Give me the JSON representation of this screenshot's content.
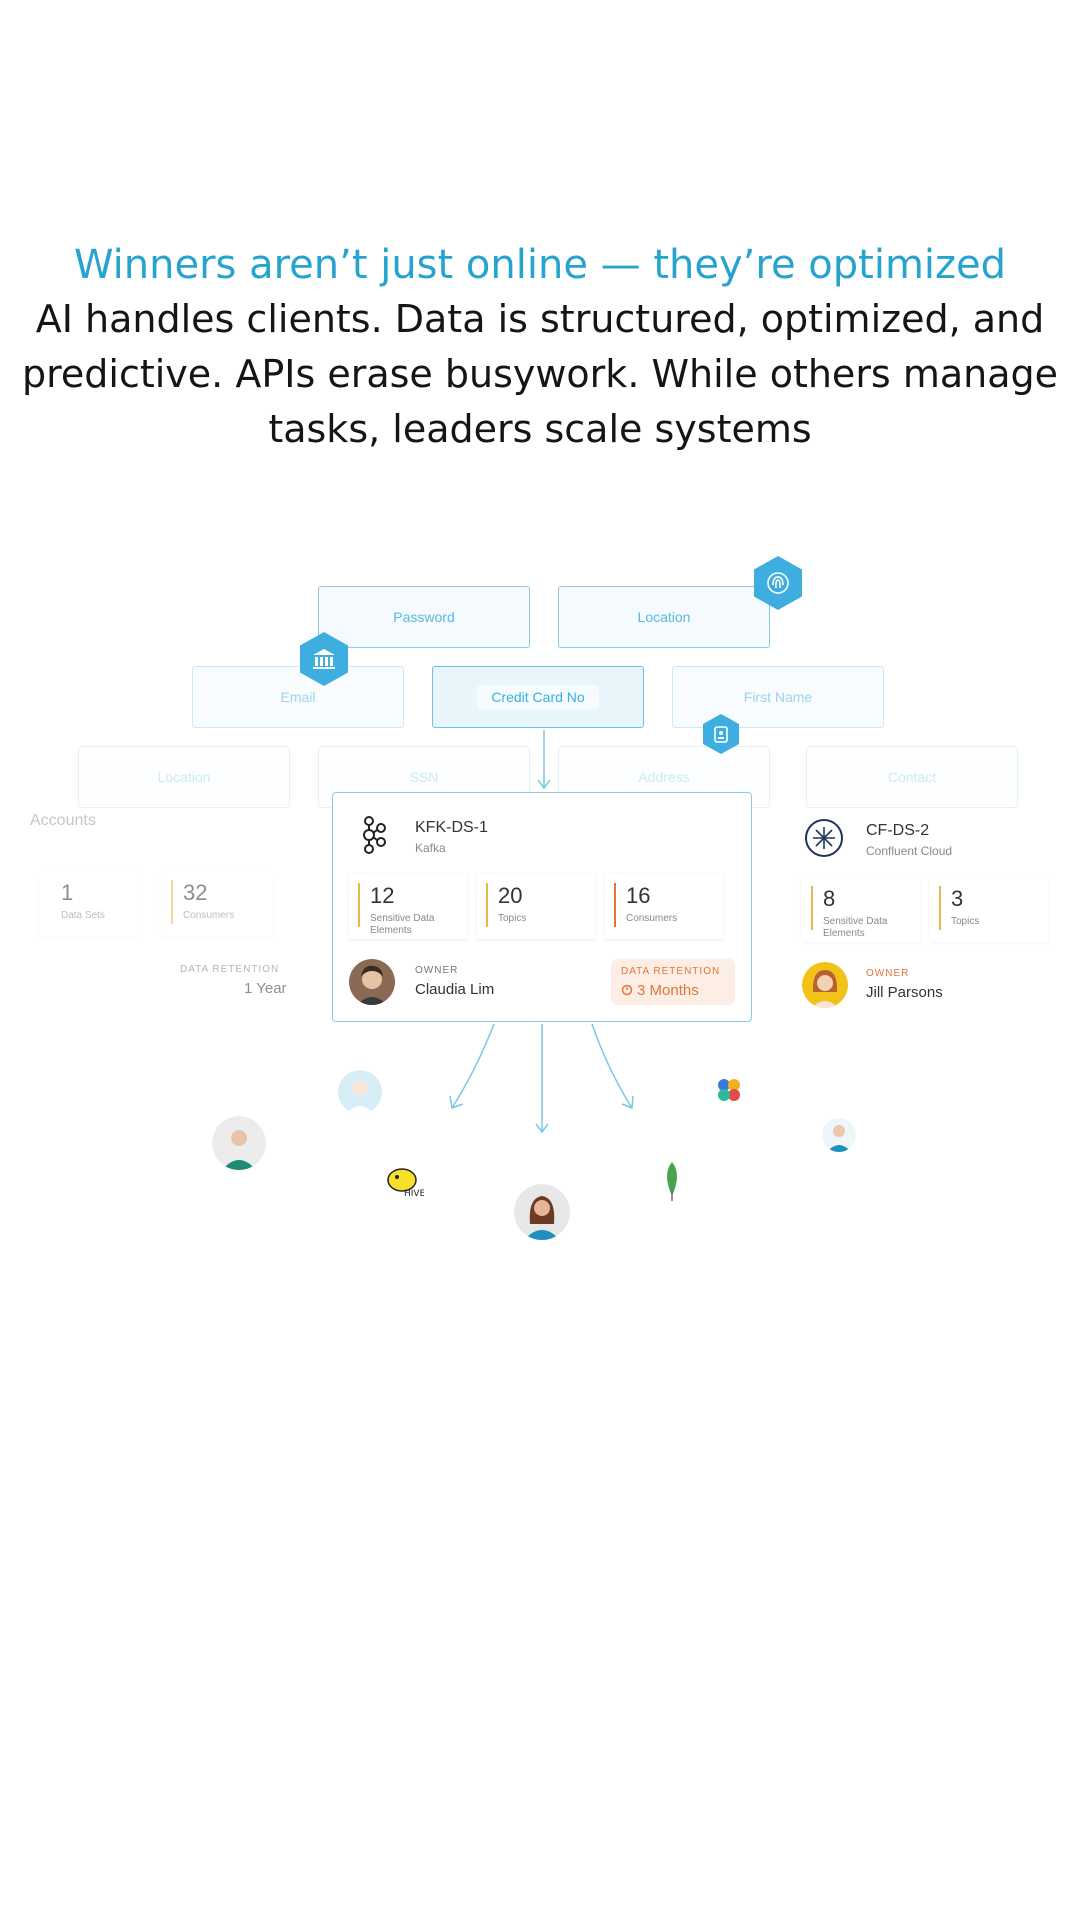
{
  "hero": {
    "title": "Winners aren’t just online — they’re optimized",
    "body": "AI handles clients. Data is structured, optimized, and predictive. APIs erase busywork. While others manage tasks, leaders scale systems"
  },
  "fields": {
    "row1": [
      "Password",
      "Location"
    ],
    "row2": [
      "Email",
      "Credit Card No",
      "First Name"
    ],
    "row3": [
      "Location",
      "SSN",
      "Address",
      "Contact"
    ]
  },
  "icons": [
    "fingerprint-icon",
    "bank-icon",
    "badge-icon",
    "kafka-icon",
    "confluent-icon",
    "hive-icon",
    "mongodb-icon",
    "looker-icon"
  ],
  "left_card": {
    "title": "Accounts",
    "stats": [
      {
        "value": "1",
        "label": "Data Sets"
      },
      {
        "value": "32",
        "label": "Consumers"
      }
    ],
    "retention_label": "DATA RETENTION",
    "retention_value": "1 Year"
  },
  "main_card": {
    "title": "KFK-DS-1",
    "subtitle": "Kafka",
    "stats": [
      {
        "value": "12",
        "label": "Sensitive Data Elements"
      },
      {
        "value": "20",
        "label": "Topics"
      },
      {
        "value": "16",
        "label": "Consumers"
      }
    ],
    "owner_label": "OWNER",
    "owner_name": "Claudia Lim",
    "retention_label": "DATA RETENTION",
    "retention_value": "3 Months"
  },
  "right_card": {
    "title": "CF-DS-2",
    "subtitle": "Confluent Cloud",
    "stats": [
      {
        "value": "8",
        "label": "Sensitive Data Elements"
      },
      {
        "value": "3",
        "label": "Topics"
      }
    ],
    "owner_label": "OWNER",
    "owner_name": "Jill Parsons"
  },
  "colors": {
    "accent": "#27a3d0",
    "border": "#8ccbe6",
    "orange": "#e2763a",
    "gold": "#e8b84a"
  }
}
